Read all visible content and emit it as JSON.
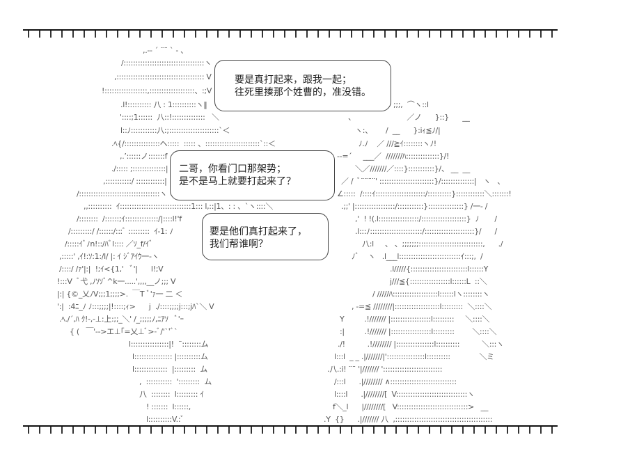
{
  "dialogue": [
    {
      "lines": [
        "要是真打起来，跟我一起；",
        "往死里揍那个姓曹的，准没错。"
      ]
    },
    {
      "lines": [
        "二哥，你看门口那架势；",
        "是不是马上就要打起来了？"
      ]
    },
    {
      "lines": [
        "要是他们真打起来了，",
        "我们帮谁啊？"
      ]
    }
  ],
  "art_left": [
    ",.-‐ ´ ¨¨ ` ‐ 、",
    "/::::::::::::::::::::::::::::::::::ヽ",
    ",::::::::::::::::::::::::::::::::::::: V",
    "!::::::::::::::::::,:::::::::::::::::::、:;V",
    ".l!:::::::::: 八 : 1::::::::::ヽ‖",
    "'::::;1::::::  八::!::::::::::::::   ＼",
    "l::ﾉ:::::::::::八:;:::::::::::::::::::::`＜",
    ".ﾍ{/:::::::::::::::ヘ:::::  ::::: 、:::::::::::::::::::::::`::＜",
    ",.’::::::ノ:::::::f",
    "./::::: ;::::::::::::::|",
    ",:::::::::::/ ::::::::::::|",
    "/::::::::::::::::::::::::::::::::::ヽ",
    ",,::::::::::  ｲ::::::::::::::::::::::::::::::1::: l,::|1、: : 、`ヽ::::＼",
    "/::::::::  /::::::;ｲ::::::::::::::/|::::l!'f",
    "/:::::::::/ /::::::/:::ﾞ :::::::::  ｲ-1: ﾉ",
    "/:::::ｲﾞﾉn!::/ﾊﾞl:::: ／ｿ_f/ｲﾞ",
    ",:::::' ,ｲ!:ｿ:1:/l/ |: ｲ ｼﾞｱｲｳ一-ヽ",
    "/::::/ /ｧ'|:|  !;ｲ<{1,'   ﾞ'|      l!;V",
    "!:::V  ﾞ弋 ,ﾉｿｿﾞ^k一.....',,,,__ノ;;; V",
    "|:| {©_乂ﾉV;;;1;;;;>.  ￣T ﾞ'ｧ一 二 ＜",
    "':|  :4ﾆ_ﾉ ﾉ:::;;;;|!::::;ｨ>      j  ./::::;;;;j:::;jﾊ`＼ V",
    ".ﾍ./´,ﾊ ｸ!-,-⊥:上:;;_＼' /_;;;;;ﾉ,ﾆｱｿ   ﾞ'ｰ",
    "{ (   ￣'‐‐>エ⊥｢=乂⊥ﾞ>-ﾞ/'`'ﾞ`",
    "l::::::::::::::::|!  ¨::::::::ム",
    "l:::::::::::::::: |::::::::::ム",
    "l::::::::::::::  |:::::::::  ム",
    ",  :::::::::::  ':::::::::  ム",
    "八  ::::::::  l::::::::: ｲ",
    "! :::::::  l::::::,",
    "l::::::::::V.:ﾞ"
  ],
  "art_right": [
    ";;;,  ⌒ヽ::l",
    "、                       ／ノ      }::}      __",
    "ヽ:、      /  __      }:iｨ≦ﾉ/|",
    "ﾉ.ﾉ    ／ ///≧ｲ::::::::ヽﾉ!",
    "‐‐=´     ___／  ///////ﾊ::::::::::::::}/!",
    "＼／///////／::::}:::::::::::}/、 __  __",
    "／ /  ﾞ¨¨¨¨' :::::::::::::::::::::::}/::::::::::::::|   ヽ   、",
    "∠:::::  /::::ｲ:::::::::::::::::::::/::::::::::}::::::::::::＼:::::::!",
    ".;;' |:::::::::::::::::/:::::::::::}:::::::::::::::} /一- /",
    ",'  ! !(.l:::::::::::::::::/:::::::::::::::::::}  ﾉ       /",
    ".l:::ﾉ::::::::::::::::::::::/:::::::::::::::::::::}/      /",
    "八:l     、 、;;;;;;;:::::::::::::::::::::::::::,      ./",
    "ﾉﾞ    ヽ   .l___l::::::::::::::::::::::::::ｲ:::;,  /",
    ".l/////{::::::::::::::::::::::::l::::::Y",
    "j///≦{:::::::::::::::::l::::::L  ::＼",
    "/ /////ﾊ:::::::::::::::::::l::::::lヽ::::::::ヽ",
    ", ‐=≦ ////////|:::::::::::::::::::l:::::::::  ＼::::＼",
    "Y         .!/////// |:::::::::::::::::l:::::::::     ＼::::＼",
    ":|         .!/////// |:::::::::::::::::l:::::::::        ＼::::＼",
    "./!          .!//////// |::::::::::::::::l::::::::::          ＼:::ヽ",
    "l:::l  _ _ .|///////|'::::::::::::::::l::::::::::             ＼ミ",
    ".八.:i! ¨¨ '|/////// ':::::::::::::::::::::::::",
    "/:::l      .|//////// ∧::::::::::::::::::::::::::::",
    "l::::l      .|////////[  V::::::::::::::::::::::::::::::ヽ",
    "f＼_l      |////////[   V::::::::::::::::::::::::::::::>   __",
    ".Y  {}      .|/////// 八  ,:::::::::::::::::::::::::::::::::::::::::"
  ]
}
